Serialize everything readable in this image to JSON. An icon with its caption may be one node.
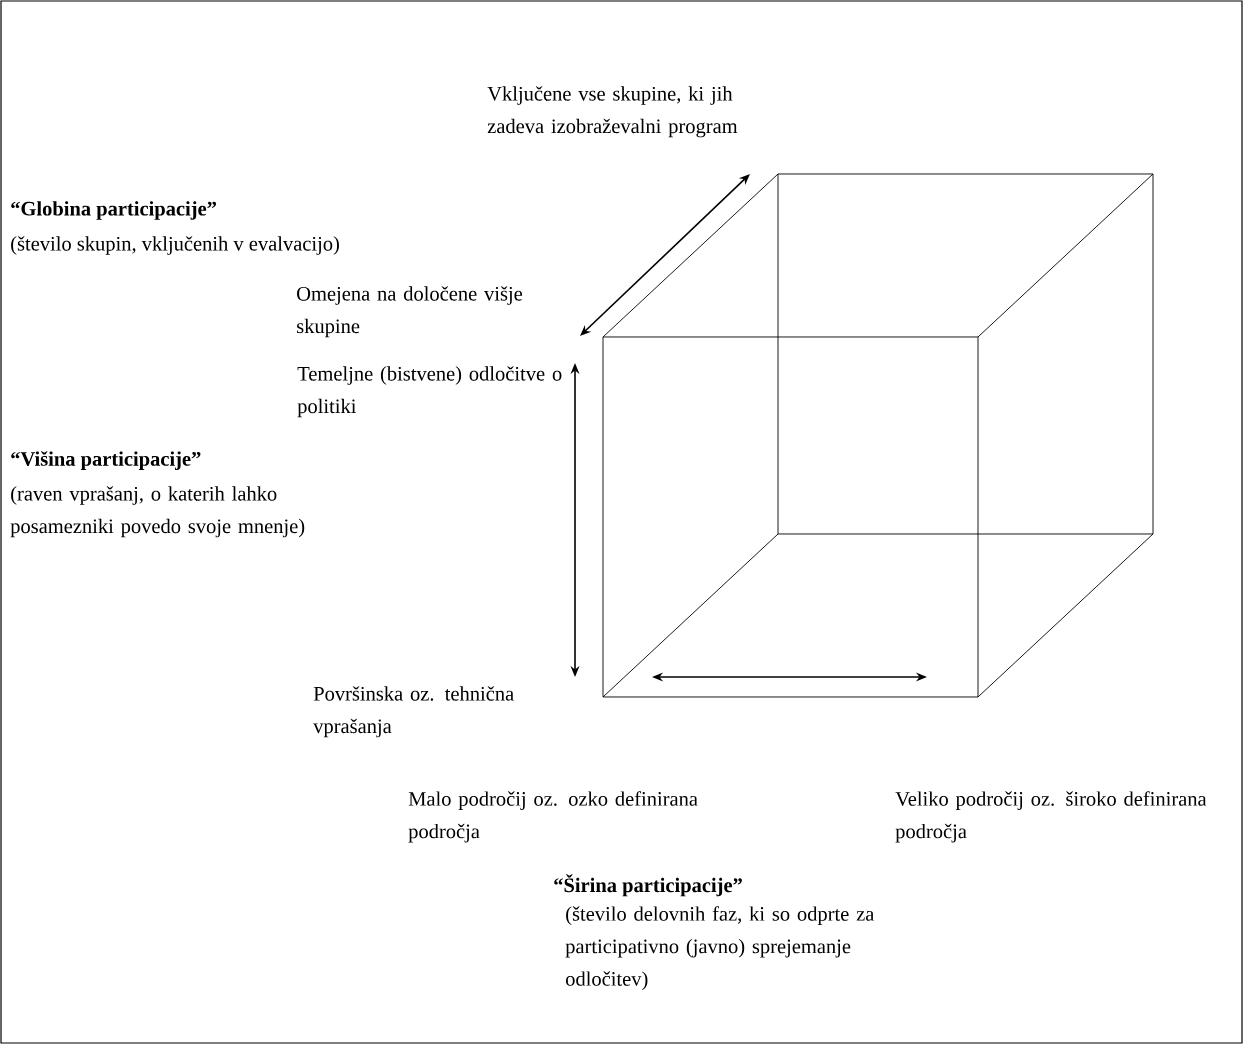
{
  "diagram": {
    "labels": [
      "Vključene vse skupine, ki jih zadeva izobraževalni program",
      "“Globina participacije”",
      "(število skupin, vključenih v evalvacijo)",
      "Omejena na določene višje skupine",
      "Temeljne (bistvene) odločitve o politiki",
      "“Višina participacije”",
      "(raven vprašanj, o katerih lahko posamezniki povedo svoje mnenje)",
      "Površinska oz. tehnična vprašanja",
      "Malo področij oz. ozko definirana področja",
      "Veliko področij oz. široko definirana področja",
      "“Širina participacije”",
      "(število delovnih faz, ki so odprte za participativno (javno) sprejemanje odločitev)"
    ]
  }
}
